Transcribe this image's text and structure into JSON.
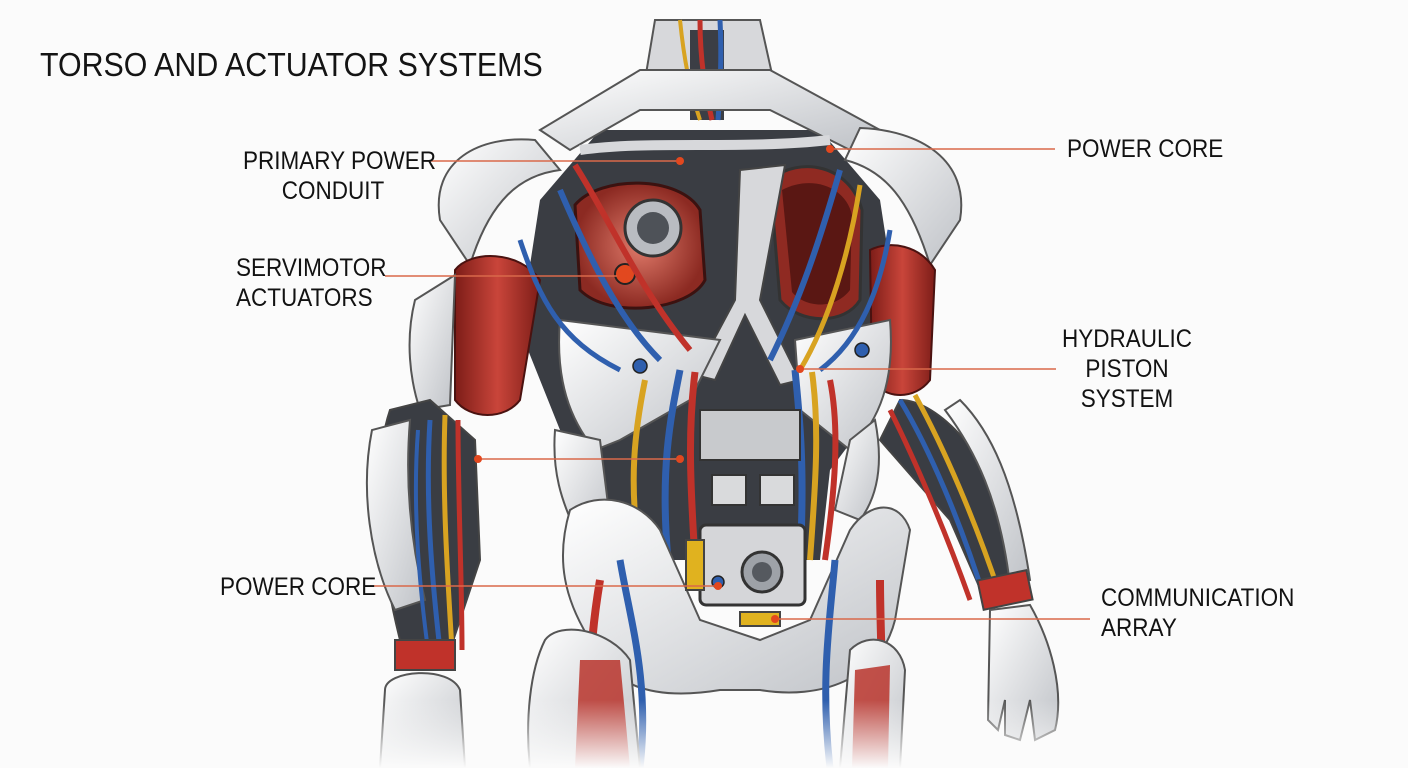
{
  "title": "TORSO AND ACTUATOR SYSTEMS",
  "labels": {
    "primary_power_conduit": "PRIMARY POWER\nCONDUIT",
    "power_core_top": "POWER CORE",
    "servimotor_actuators": "SERVIMOTOR\nACTUATORS",
    "hydraulic_piston_system": "HYDRAULIC\nPISTON\nSYSTEM",
    "power_core_bottom": "POWER CORE",
    "communication_array": "COMMUNICATION\nARRAY"
  },
  "colors": {
    "leader_line": "#d9694a",
    "shell": "#e6e6e8",
    "muscle": "#b8342b",
    "cable_blue": "#2f5fae",
    "cable_yellow": "#d8a321",
    "cable_red": "#c0322a",
    "frame_dark": "#3a3d43"
  }
}
